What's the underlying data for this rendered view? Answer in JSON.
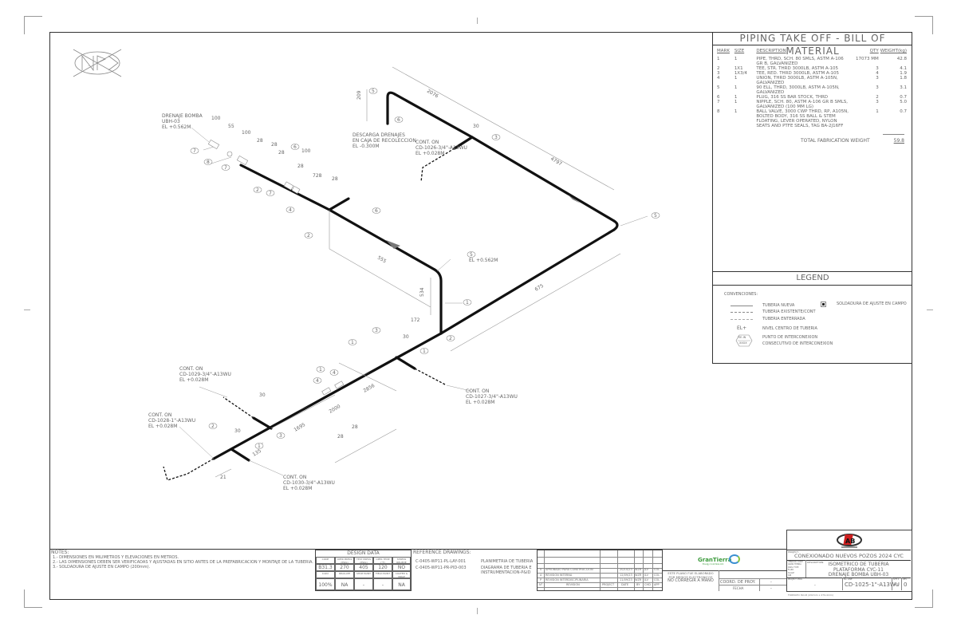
{
  "bom": {
    "title": "PIPING TAKE OFF - BILL OF MATERIAL",
    "headers": {
      "mark": "MARK",
      "size": "SIZE",
      "description": "DESCRIPTION",
      "qty": "QTY",
      "weight": "WEIGHT(kg)"
    },
    "rows": [
      {
        "mark": "1",
        "size": "1",
        "description": "PIPE, THRD, SCH. 80 SMLS, ASTM A-106 GR B, GALVANIZED",
        "qty": "17073 MM",
        "weight": "42.8"
      },
      {
        "mark": "2",
        "size": "1X1",
        "description": "TEE, STR. THRD 3000LB, ASTM A-105",
        "qty": "3",
        "weight": "4.1"
      },
      {
        "mark": "3",
        "size": "1X3/4",
        "description": "TEE, RED. THRD 3000LB, ASTM A-105",
        "qty": "4",
        "weight": "1.9"
      },
      {
        "mark": "4",
        "size": "1",
        "description": "UNION, THRD 3000LB, ASTM A-105N, GALVANIZED",
        "qty": "3",
        "weight": "1.8"
      },
      {
        "mark": "5",
        "size": "1",
        "description": "90 ELL, THRD, 3000LB, ASTM A-105N, GALVANIZED",
        "qty": "3",
        "weight": "3.1"
      },
      {
        "mark": "6",
        "size": "1",
        "description": "PLUG, 316 SS BAR STOCK, THRD",
        "qty": "2",
        "weight": "0.7"
      },
      {
        "mark": "7",
        "size": "1",
        "description": "NIPPLE, SCH. 80, ASTM A-106 GR B SMLS, GALVANIZED (100 MM LG)",
        "qty": "3",
        "weight": "5.0"
      },
      {
        "mark": "8",
        "size": "1",
        "description": "BALL VALVE, 3000 CWP THRD, RP, A105N, BOLTED BODY, 316 SS BALL & STEM FLOATING, LEVER OPERATED, NYLON SEATS AND PTFE SEALS, TAG BA-2J16FF",
        "qty": "1",
        "weight": "0.7"
      }
    ],
    "total_label": "TOTAL FABRICATION WEIGHT",
    "total_value": "59.8"
  },
  "legend": {
    "title": "LEGEND",
    "conventions_label": "CONVENCIONES:",
    "items": {
      "new_pipe": "TUBERIA NUEVA",
      "existing_pipe": "TUBERIA EXISTENTE/CONT",
      "buried_pipe": "TUBERIA ENTERRADA",
      "elevation_symbol": "EL+",
      "elevation": "NIVEL CENTRO DE TUBERIA",
      "field_weld": "SOLDADURA DE AJUSTE EN CAMPO",
      "interconnection_symbol_top": "TIE-IN",
      "interconnection_symbol_bottom": "XXXX",
      "interconnection_1": "PUNTO DE INTERCONEXION",
      "interconnection_2": "CONSECUTIVO DE INTERCONEXION"
    }
  },
  "drawing": {
    "nts_label": "NPS",
    "labels": {
      "drain_pump": [
        "DRENAJE BOMBA",
        "UBH-03",
        "EL +0.562M"
      ],
      "discharge": [
        "DESCARGA DRENAJES",
        "EN CAJA DE RECOLECCION",
        "EL -0.300M"
      ],
      "cont_1026": [
        "CONT. ON",
        "CD-1026-3/4\"-A13WU",
        "EL +0.028M"
      ],
      "cont_1027": [
        "CONT. ON",
        "CD-1027-3/4\"-A13WU",
        "EL +0.028M"
      ],
      "cont_1028": [
        "CONT. ON",
        "CD-1028-1\"-A13WU",
        "EL +0.028M"
      ],
      "cont_1029": [
        "CONT. ON",
        "CD-1029-3/4\"-A13WU",
        "EL +0.028M"
      ],
      "cont_1030": [
        "CONT. ON",
        "CD-1030-3/4\"-A13WU",
        "EL +0.028M"
      ],
      "elbow_el": "EL +0.562M"
    },
    "dimensions": {
      "d2076": "2076",
      "d209": "209",
      "d30a": "30",
      "d4797": "4797",
      "d675": "675",
      "d555": "555",
      "d534": "534",
      "d172": "172",
      "d30b": "30",
      "d2856": "2856",
      "d2000": "2000",
      "d28a": "28",
      "d28b": "28",
      "d1695": "1695",
      "d135": "135",
      "d30c": "30",
      "d30d": "30",
      "d21": "21",
      "d100a": "100",
      "d55": "55",
      "d100b": "100",
      "d28c": "28",
      "d28d": "28",
      "d28e": "28",
      "d100c": "100",
      "d28f": "28",
      "d728": "728",
      "d28g": "28"
    },
    "balloons": [
      "1",
      "2",
      "3",
      "4",
      "5",
      "6",
      "7",
      "8"
    ]
  },
  "notes": {
    "title": "NOTES:",
    "items": [
      "1.- DIMENSIONES EN MILIMETROS Y ELEVACIONES EN METROS.",
      "2.- LAS DIMENSIONES DEBEN SER VERIFICADAS Y AJUSTADAS EN SITIO ANTES DE LA PREFABRICACION Y MONTAJE DE LA TUBERIA.",
      "3.- SOLDADURA DE AJUSTE EN CAMPO (200mm)."
    ]
  },
  "design_data": {
    "title": "DESIGN DATA",
    "row1_headers": [
      "CODE",
      "OPER PRESS (PSIG)",
      "TEST PRESS (PSIG)",
      "OPER TEMP (°F)",
      "STRESS RELIEVE"
    ],
    "row1_values": [
      "B31.3",
      "270",
      "405",
      "120",
      "NO"
    ],
    "row2_headers": [
      "X-RAY",
      "INSULATE",
      "SHOP PAINT",
      "FIELD PAINT",
      "COATED & WRAP"
    ],
    "row2_values": [
      "100%",
      "NA",
      "-",
      "-",
      "NA"
    ]
  },
  "references": {
    "title": "REFERENCE DRAWINGS:",
    "items": [
      {
        "code": "C-0405-WP11-PL-LAY-001",
        "desc": "PLANIMETRIA DE TUBERIA"
      },
      {
        "code": "C-0405-WP11-PR-PID-003",
        "desc": "DIAGRAMA DE TUBERIA E INSTRUMENTACION-P&ID"
      }
    ]
  },
  "revisions": {
    "rows": [
      {
        "no": "0",
        "desc": "APROBADO PARA CONSTRUCCION",
        "project": "",
        "date": "20/10/23",
        "by": "WZR",
        "chd": "JLV",
        "app": "COL"
      },
      {
        "no": "A",
        "desc": "REVISION INTERNA",
        "project": "",
        "date": "12/09/23",
        "by": "WZR",
        "chd": "JLV",
        "app": "COL"
      },
      {
        "no": "P",
        "desc": "REVISION INTERDISCIPLINARIA",
        "project": "",
        "date": "11/09/23",
        "by": "WZR",
        "chd": "JLV",
        "app": "COL"
      }
    ],
    "headers": {
      "no": "N°",
      "desc": "REVISION",
      "project": "PROJECT",
      "date": "DATE",
      "by": "BY",
      "chd": "CHD",
      "app": "APP"
    }
  },
  "client": {
    "logo_text": "GranTierra",
    "logo_sub": "Energy Colombia Ltd.",
    "electronic_note": [
      "ESTE PLANO FUE ELABORADO",
      "POR MEDIOS ELECTRONICOS",
      "NO CORREGIR A MANO"
    ],
    "coord_label": "COORD. DE PROY.",
    "coord_value": "-",
    "date_label": "FECHA",
    "date_value": "-"
  },
  "title_block": {
    "contractor_logo": "AB",
    "project_label": "PROJECT:",
    "project": "CONEXIONADO NUEVOS POZOS 2024 CYC",
    "description_label": "DESCRIPTION:",
    "description": [
      "ISOMETRICO DE TUBERIA",
      "PLATAFORMA CYC-11",
      "DRENAJE BOMBA UBH-03"
    ],
    "vendor_label": "VENDOR CODE",
    "vendor_value": "GRAN TIERRA",
    "dwg_type_label": "DWG TYPE",
    "dwg_type_value": "FLUID",
    "scale_label": "SCALE",
    "scale_value": "S/N",
    "project_dwg_label": "PROJECT DWG",
    "project_dwg_value": "-",
    "line_no_label": "No. LINE",
    "line_no": "CD-1025-1\"-A13WU",
    "sheet_label": "SHT 1",
    "sheet_value": "of 1",
    "rev_label": "REV.",
    "rev_value": "0",
    "format_note": "FORMATO ISO-B (432mm x 279.4mm)"
  }
}
